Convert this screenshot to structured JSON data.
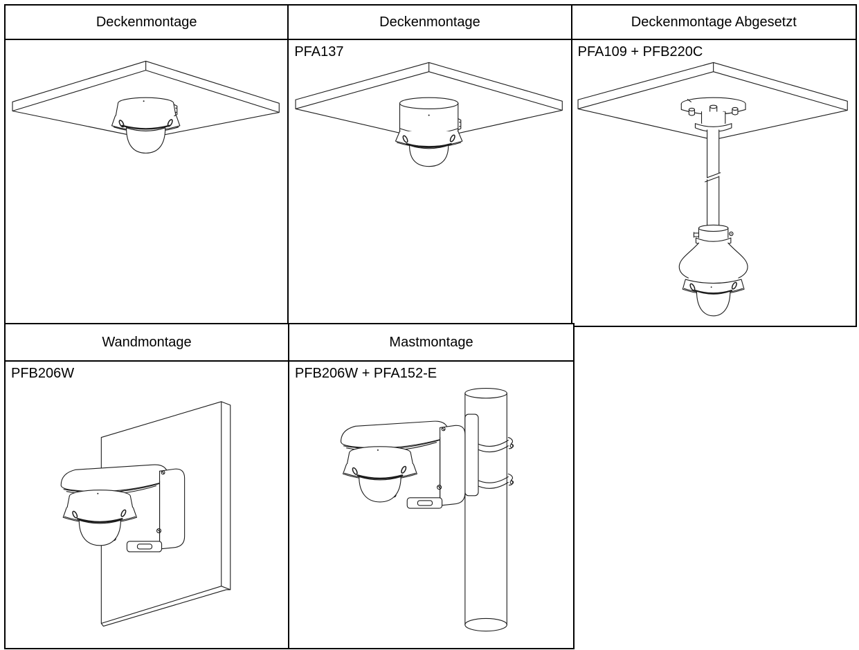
{
  "page": {
    "background": "#ffffff",
    "line_color": "#000000",
    "text_color": "#000000"
  },
  "table": {
    "sections": [
      {
        "name": "ceiling-mounts",
        "cells": [
          {
            "header": "Deckenmontage",
            "label": "",
            "illustration": "ceiling-mount-mini-dome-camera"
          },
          {
            "header": "Deckenmontage",
            "label": "PFA137",
            "illustration": "ceiling-mount-with-junction-box"
          },
          {
            "header": "Deckenmontage Abgesetzt",
            "label": "PFA109 + PFB220C",
            "illustration": "pendant-ceiling-mount-with-pole"
          }
        ]
      },
      {
        "name": "wall-and-pole-mounts",
        "cells": [
          {
            "header": "Wandmontage",
            "label": "PFB206W",
            "illustration": "wall-mount-bracket-with-dome-camera"
          },
          {
            "header": "Mastmontage",
            "label": "PFB206W + PFA152-E",
            "illustration": "pole-mount-bracket-with-straps"
          }
        ]
      }
    ]
  }
}
